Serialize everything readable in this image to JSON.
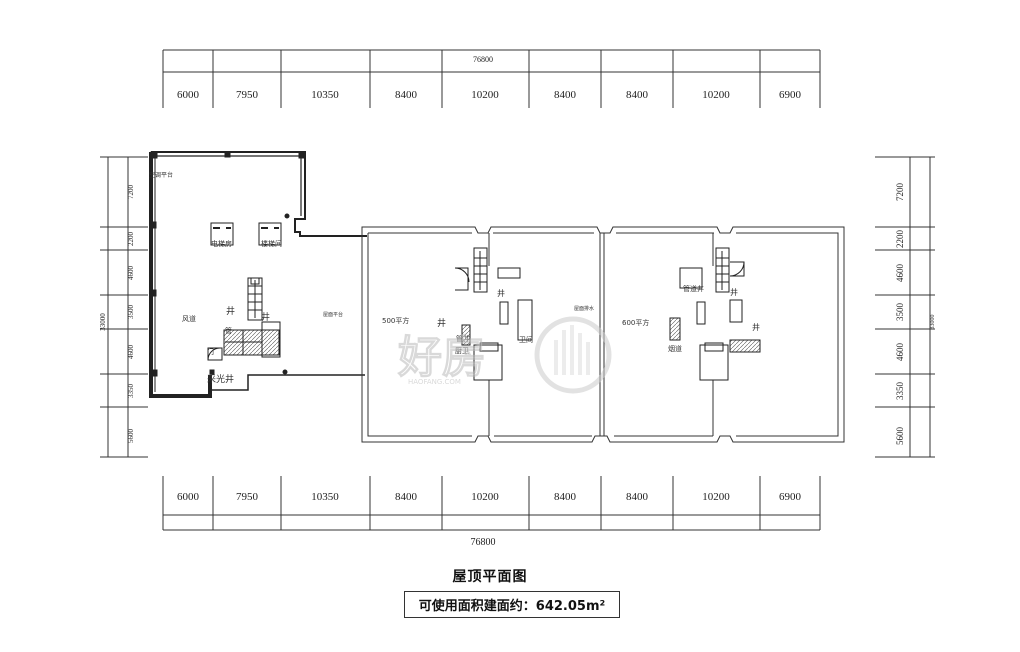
{
  "dimensions": {
    "total": "76800",
    "top_segments": [
      "6000",
      "7950",
      "10350",
      "8400",
      "10200",
      "8400",
      "8400",
      "10200",
      "6900"
    ],
    "bottom_segments": [
      "6000",
      "7950",
      "10350",
      "8400",
      "10200",
      "8400",
      "8400",
      "10200",
      "6900"
    ],
    "left_segments": [
      "7200",
      "2200",
      "4600",
      "3500",
      "4600",
      "3350",
      "5600"
    ],
    "left_total": "33000",
    "right_segments": [
      "7200",
      "2200",
      "4600",
      "3500",
      "4600",
      "3350",
      "5600"
    ],
    "right_total": "33000"
  },
  "plan_labels": {
    "left_corner": "空调平台",
    "elevator_room": "电梯房",
    "stair_room": "楼梯间",
    "left_well_1": "井",
    "left_well_2": "井",
    "left_shaft": "风道",
    "left_bottom": "采光井",
    "left_small_1": "管",
    "left_small_2": "门",
    "middle_note": "屋面平台",
    "mid_unit_label": "500平方",
    "mid_well_1": "井",
    "mid_well_2": "井",
    "mid_well_3": "管井",
    "mid_label_4": "厨卫",
    "mid_label_5": "卫间",
    "right_unit_label": "600平方",
    "right_well_1": "管道井",
    "right_well_2": "井",
    "right_well_3": "井",
    "right_label_4": "烟道",
    "top_mid_note": "屋面排水"
  },
  "watermark": {
    "text": "好房",
    "subtext": "HAOFANG.COM"
  },
  "title": "屋顶平面图",
  "area_text": "可使用面积建面约：642.05m²"
}
